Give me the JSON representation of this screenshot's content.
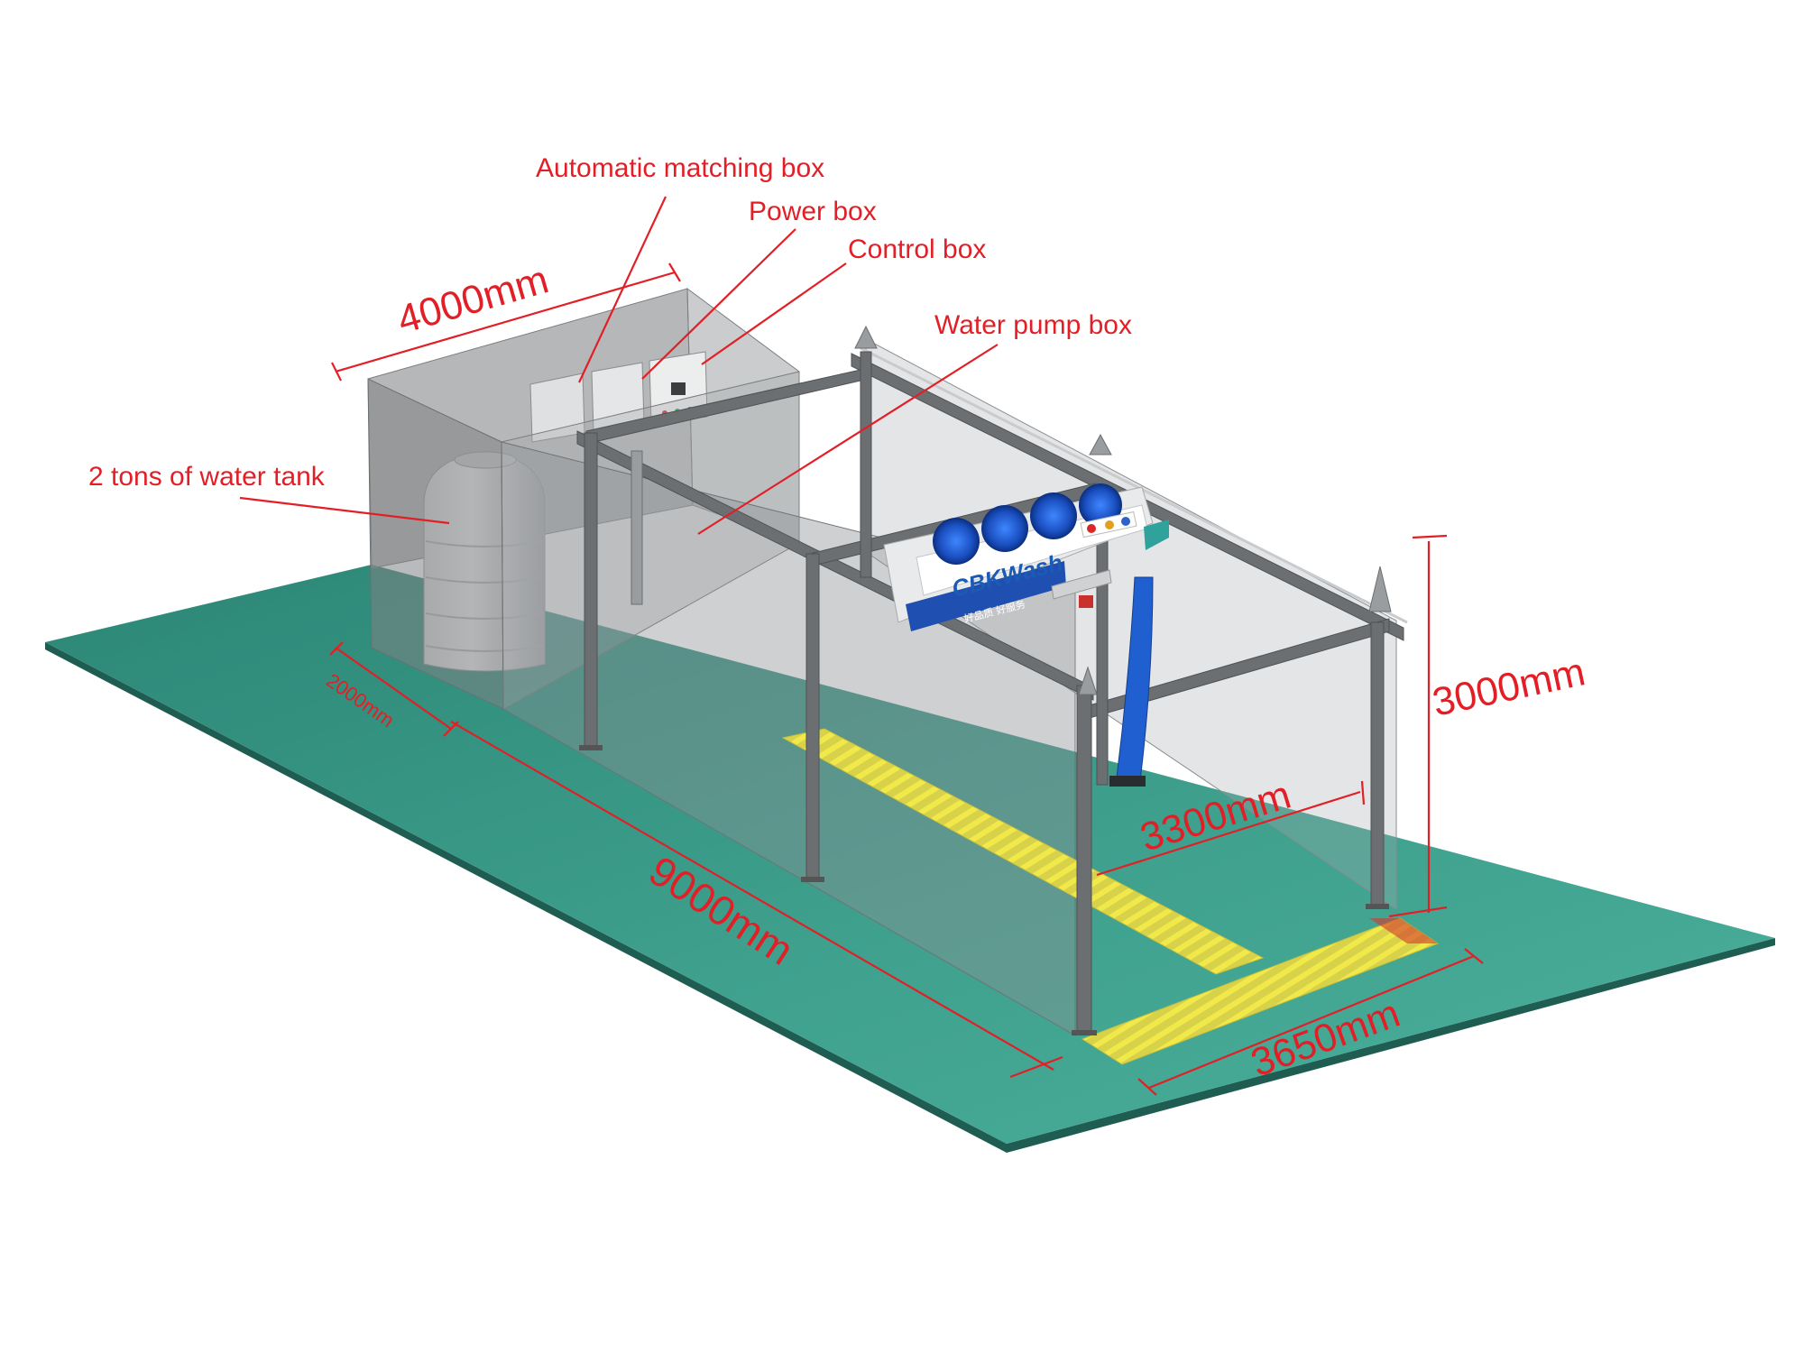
{
  "callouts": {
    "matching_box": "Automatic matching box",
    "power_box": "Power box",
    "control_box": "Control box",
    "water_pump_box": "Water pump box",
    "water_tank": "2 tons of water tank"
  },
  "dimensions": {
    "width_room": "4000mm",
    "depth_room": "2000mm",
    "length": "9000mm",
    "height": "3000mm",
    "inner_width": "3300mm",
    "outer_width": "3650mm"
  },
  "brand": {
    "logo": "CBKWash",
    "slogan": "好品质  好服务"
  },
  "colors": {
    "floor": "#2f8c7c",
    "floor_light": "#4cae9b",
    "annotation": "#e21f26",
    "steel": "#6c6f72",
    "grate": "#e8dc3c",
    "brush_blue": "#1f5fd0"
  }
}
